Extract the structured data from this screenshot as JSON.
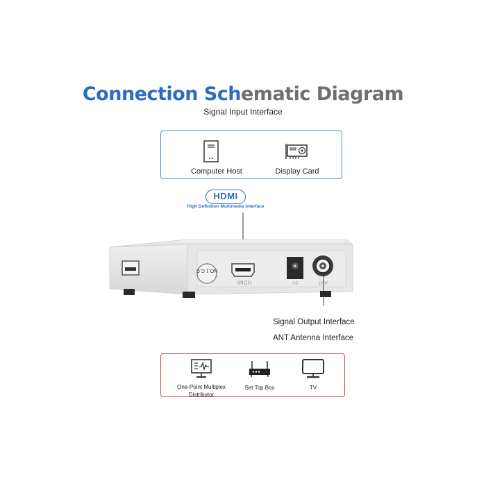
{
  "header": {
    "title_blue": "Connection Sch",
    "title_gray": "ematic Diagram",
    "subtitle": "Signal Input Interface"
  },
  "input_devices": [
    {
      "label": "Computer Host",
      "icon": "computer-host-icon"
    },
    {
      "label": "Display Card",
      "icon": "display-card-icon"
    }
  ],
  "hdmi": {
    "badge": "HDMI",
    "caption": "High Definition Multimedia Interface"
  },
  "device": {
    "button_label": "NO.1 C.C",
    "port_labels": [
      "HDMI",
      "5V",
      "ANT"
    ]
  },
  "output": {
    "signal_output": "Signal Output Interface",
    "antenna": "ANT Antenna Interface"
  },
  "output_devices": [
    {
      "label": "One-Point Multiplex Distributor",
      "icon": "multiplex-distributor-icon"
    },
    {
      "label": "Set Top Box",
      "icon": "set-top-box-icon"
    },
    {
      "label": "TV",
      "icon": "tv-icon"
    }
  ],
  "colors": {
    "accent_blue": "#2d6bc4",
    "box_blue": "#4a8fd4",
    "box_red": "#d24a4a",
    "title_gray": "#6f6f6f"
  }
}
